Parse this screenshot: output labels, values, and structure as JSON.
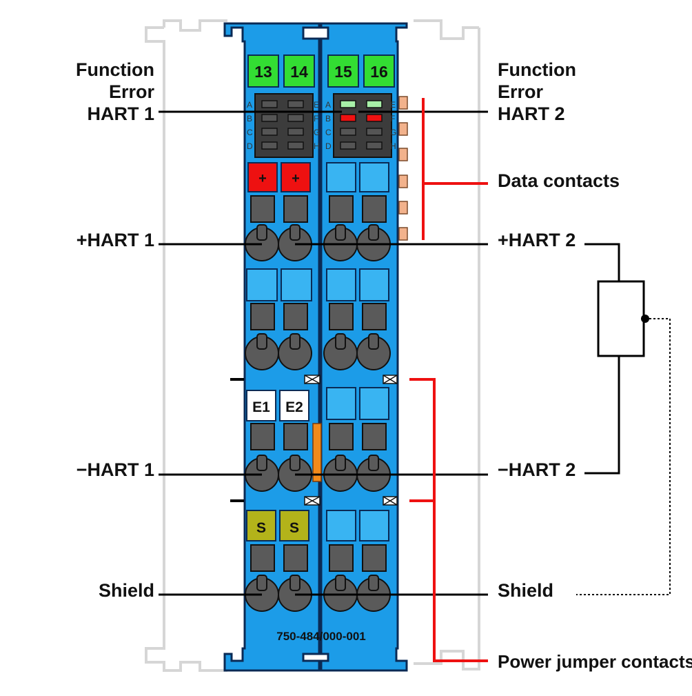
{
  "colors": {
    "module_blue": "#1c9ce8",
    "module_outline": "#0a2a55",
    "marker_green": "#33dd33",
    "marker_red": "#ee1111",
    "marker_white": "#ffffff",
    "marker_olive": "#b3b31a",
    "led_panel": "#3c3c3c",
    "wiring": "#000000",
    "callout_red": "#ee1111",
    "orange_contacts": "#f2b28c"
  },
  "module": {
    "article_number": "750-484/000-001",
    "channel_numbers": [
      "13",
      "14",
      "15",
      "16"
    ],
    "led_letters_left": [
      "A",
      "B",
      "C",
      "D"
    ],
    "led_letters_mid": [
      "E",
      "F",
      "G",
      "H"
    ],
    "led_letters_right_a": [
      "A",
      "B",
      "C",
      "D"
    ],
    "led_letters_right_b": [
      "E",
      "F",
      "G",
      "H"
    ],
    "plus_markers": [
      "+",
      "+"
    ],
    "e_markers": [
      "E1",
      "E2"
    ],
    "s_markers": [
      "S",
      "S"
    ]
  },
  "labels": {
    "left": {
      "function": "Function",
      "error": "Error",
      "hart1": "HART 1",
      "plus_hart1": "+HART 1",
      "minus_hart1": "−HART 1",
      "shield": "Shield"
    },
    "right": {
      "function": "Function",
      "error": "Error",
      "hart2": "HART 2",
      "data_contacts": "Data contacts",
      "plus_hart2": "+HART 2",
      "minus_hart2": "−HART 2",
      "shield": "Shield",
      "power_jumper": "Power jumper contacts"
    }
  }
}
